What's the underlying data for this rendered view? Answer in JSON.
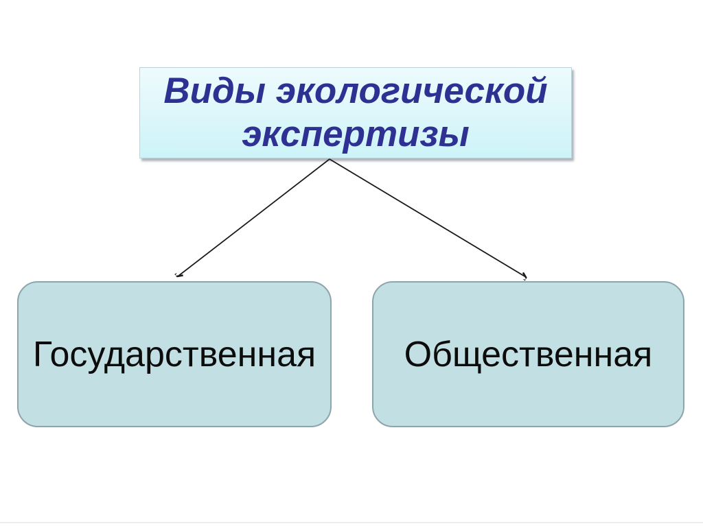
{
  "title": {
    "line1": "Виды экологической",
    "line2": "экспертизы"
  },
  "nodes": [
    {
      "label": "Государственная"
    },
    {
      "label": "Общественная"
    }
  ],
  "theme": {
    "title_bg_top": "#eefbfd",
    "title_bg_bottom": "#cdf3f8",
    "title_border": "#bdd3da",
    "title_text": "#2e3192",
    "node_fill": "#c2e0e4",
    "node_border": "#8da4ab",
    "arrow": "#1a1a1a"
  }
}
